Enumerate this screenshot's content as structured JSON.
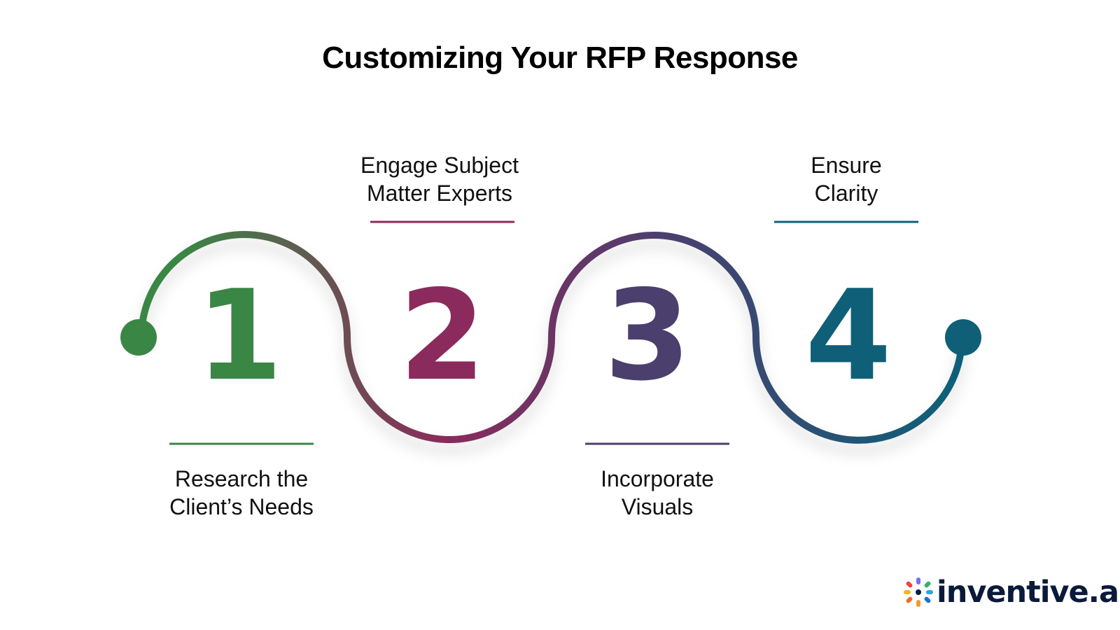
{
  "title": "Customizing Your RFP Response",
  "colors": {
    "step1": "#3a8645",
    "step2": "#8b2a5c",
    "step3": "#4b3f6e",
    "step4": "#0f5f78"
  },
  "steps": [
    {
      "number": "1",
      "lines": [
        "Research the",
        "Client’s Needs"
      ]
    },
    {
      "number": "2",
      "lines": [
        "Engage Subject",
        "Matter Experts"
      ]
    },
    {
      "number": "3",
      "lines": [
        "Incorporate",
        "Visuals"
      ]
    },
    {
      "number": "4",
      "lines": [
        "Ensure",
        "Clarity"
      ]
    }
  ],
  "logo": {
    "text": "inventive.ai",
    "icon": "starburst-logo-icon"
  }
}
